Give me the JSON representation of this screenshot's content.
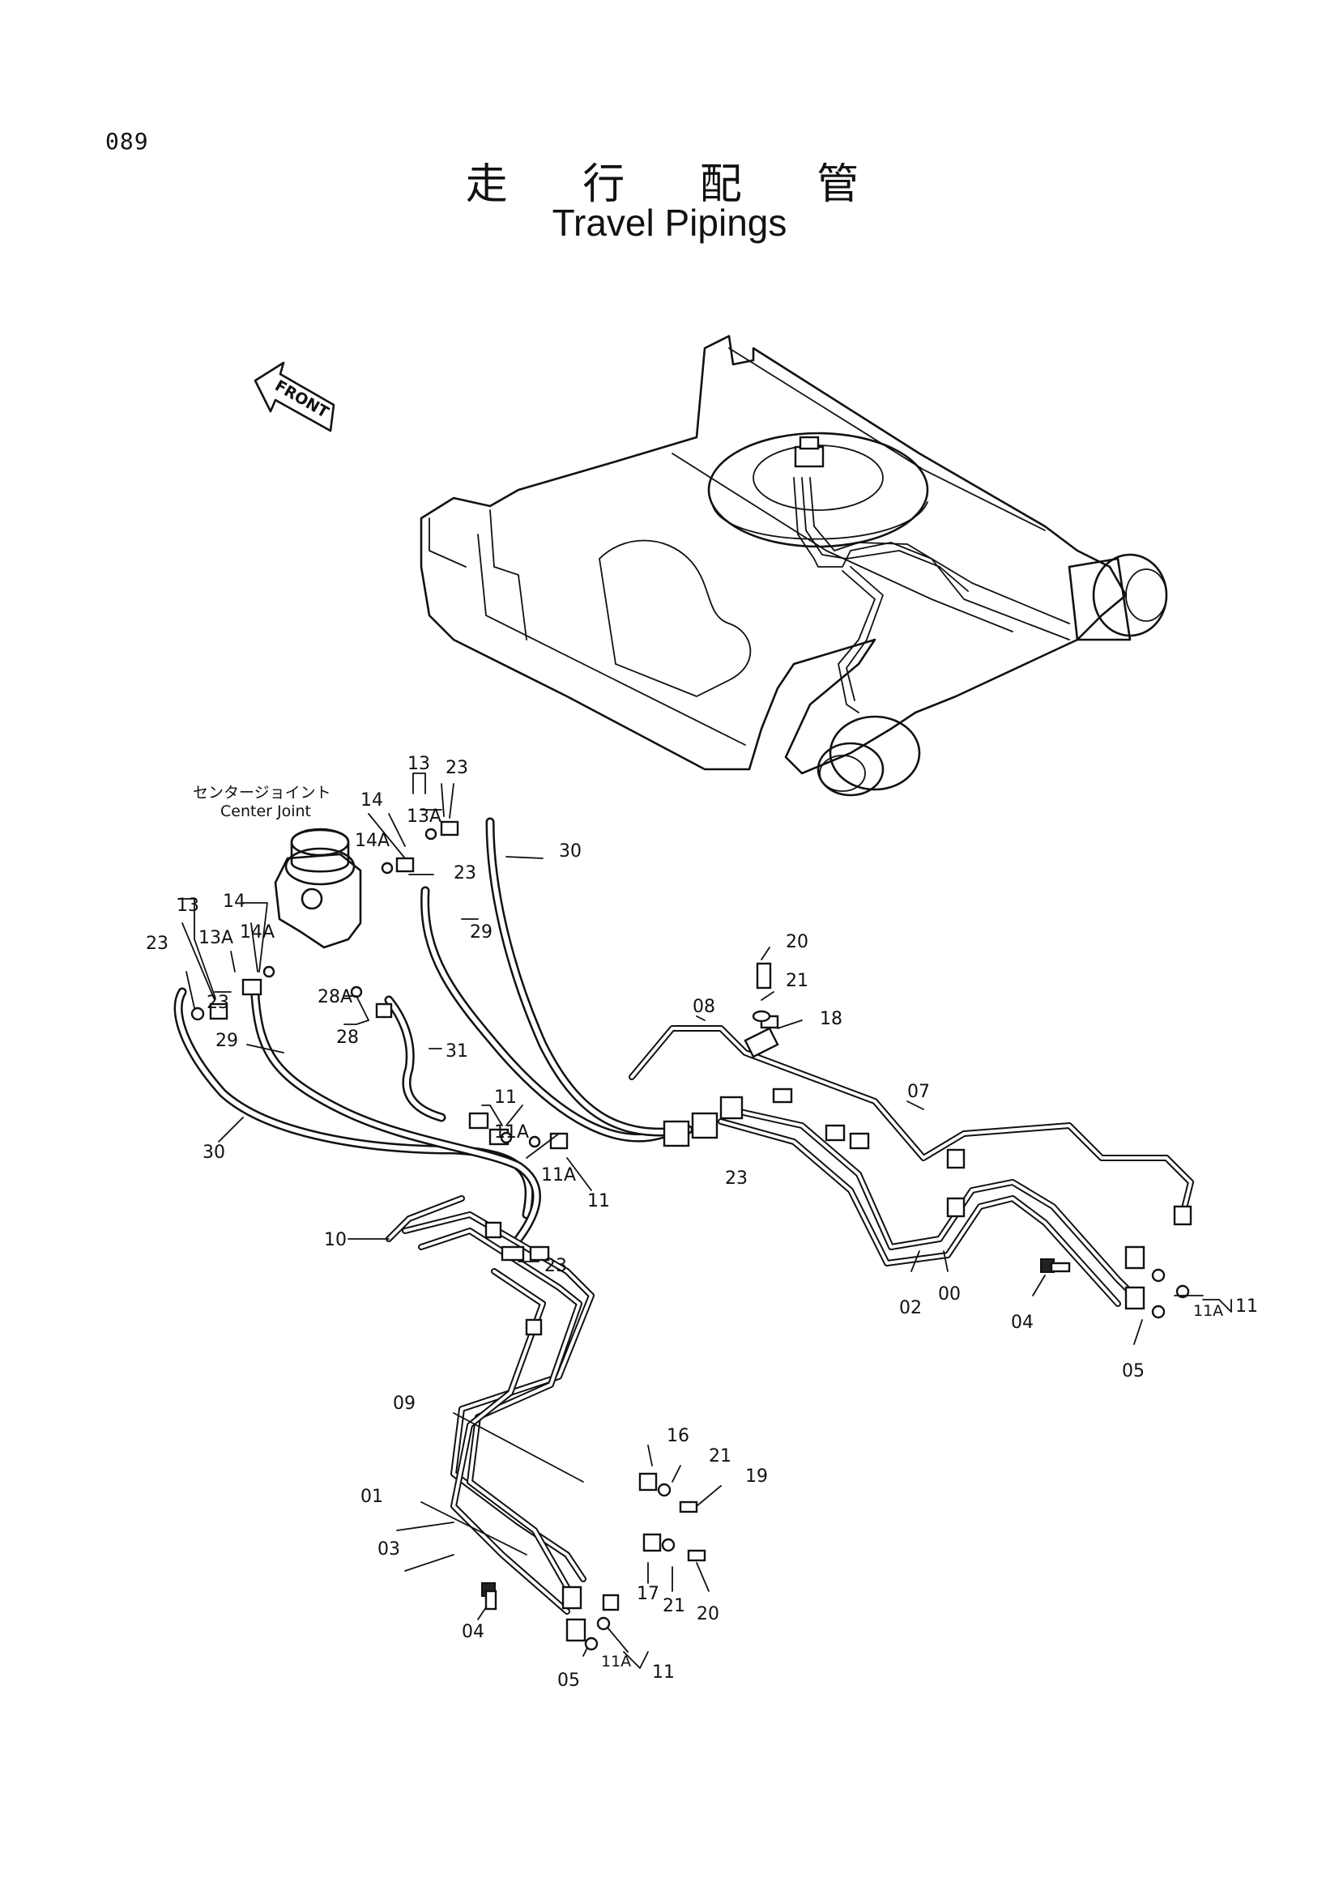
{
  "page_number": "089",
  "title_jp": "走 行 配 管",
  "title_en": "Travel Pipings",
  "front_label": "FRONT",
  "center_joint_jp": "センタージョイント",
  "center_joint_en": "Center Joint",
  "labels": {
    "p13a": "13",
    "p23a": "23",
    "p13Aa": "13A",
    "p14a": "14",
    "p14Aa": "14A",
    "p23b": "23",
    "p30a": "30",
    "p13b": "13",
    "p14b": "14",
    "p13Ab": "13A",
    "p14Ab": "14A",
    "p23c": "23",
    "p23d": "23",
    "p29a": "29",
    "p28A": "28A",
    "p28": "28",
    "p29b": "29",
    "p31": "31",
    "p30b": "30",
    "p11a": "11",
    "p11Aa": "11A",
    "p11Ab": "11A",
    "p11b": "11",
    "p10": "10",
    "p23e": "23",
    "p23f": "23",
    "p20a": "20",
    "p21a": "21",
    "p08": "08",
    "p18": "18",
    "p07": "07",
    "p02": "02",
    "p00": "00",
    "p04a": "04",
    "p05a": "05",
    "p11Ac": "11A",
    "p11c": "11",
    "p09": "09",
    "p16": "16",
    "p21b": "21",
    "p19": "19",
    "p01": "01",
    "p03": "03",
    "p17": "17",
    "p21c": "21",
    "p20b": "20",
    "p04b": "04",
    "p05b": "05",
    "p11Ad": "11A",
    "p11d": "11"
  }
}
